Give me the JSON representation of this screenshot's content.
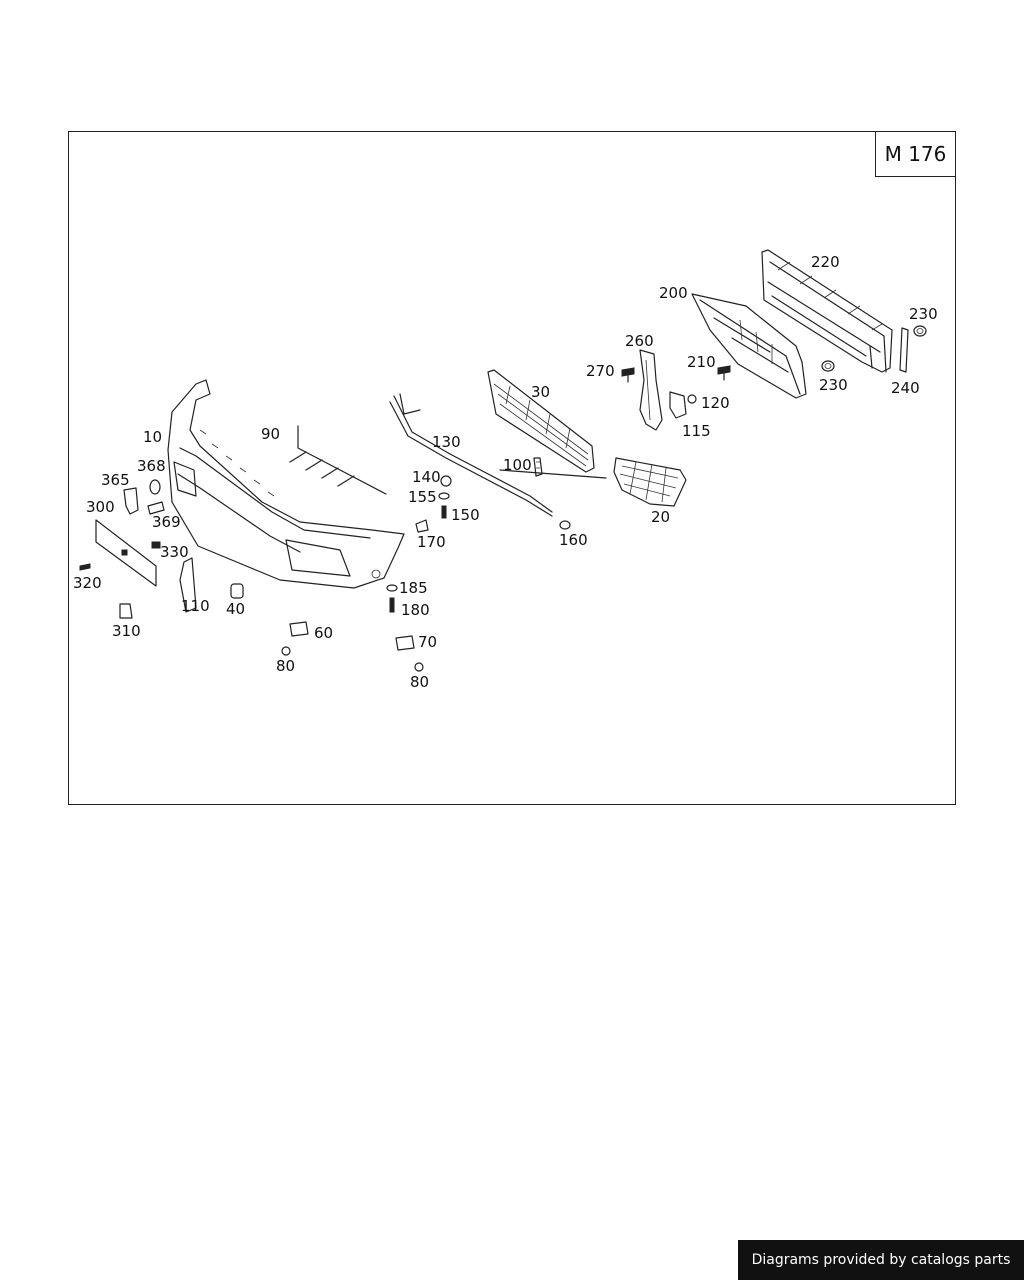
{
  "diagram_code": "M 176",
  "credit_text": "Diagrams provided by catalogs parts",
  "callouts": [
    {
      "id": "c220",
      "text": "220"
    },
    {
      "id": "c200",
      "text": "200"
    },
    {
      "id": "c230a",
      "text": "230"
    },
    {
      "id": "c260",
      "text": "260"
    },
    {
      "id": "c270",
      "text": "270"
    },
    {
      "id": "c210",
      "text": "210"
    },
    {
      "id": "c230b",
      "text": "230"
    },
    {
      "id": "c240",
      "text": "240"
    },
    {
      "id": "c30",
      "text": "30"
    },
    {
      "id": "c120",
      "text": "120"
    },
    {
      "id": "c115",
      "text": "115"
    },
    {
      "id": "c130",
      "text": "130"
    },
    {
      "id": "c10",
      "text": "10"
    },
    {
      "id": "c90",
      "text": "90"
    },
    {
      "id": "c100",
      "text": "100"
    },
    {
      "id": "c368",
      "text": "368"
    },
    {
      "id": "c140",
      "text": "140"
    },
    {
      "id": "c365",
      "text": "365"
    },
    {
      "id": "c155",
      "text": "155"
    },
    {
      "id": "c20",
      "text": "20"
    },
    {
      "id": "c150",
      "text": "150"
    },
    {
      "id": "c300",
      "text": "300"
    },
    {
      "id": "c369",
      "text": "369"
    },
    {
      "id": "c160",
      "text": "160"
    },
    {
      "id": "c170",
      "text": "170"
    },
    {
      "id": "c330",
      "text": "330"
    },
    {
      "id": "c320",
      "text": "320"
    },
    {
      "id": "c185",
      "text": "185"
    },
    {
      "id": "c110",
      "text": "110"
    },
    {
      "id": "c40",
      "text": "40"
    },
    {
      "id": "c180",
      "text": "180"
    },
    {
      "id": "c310",
      "text": "310"
    },
    {
      "id": "c60",
      "text": "60"
    },
    {
      "id": "c70",
      "text": "70"
    },
    {
      "id": "c80a",
      "text": "80"
    },
    {
      "id": "c80b",
      "text": "80"
    }
  ]
}
